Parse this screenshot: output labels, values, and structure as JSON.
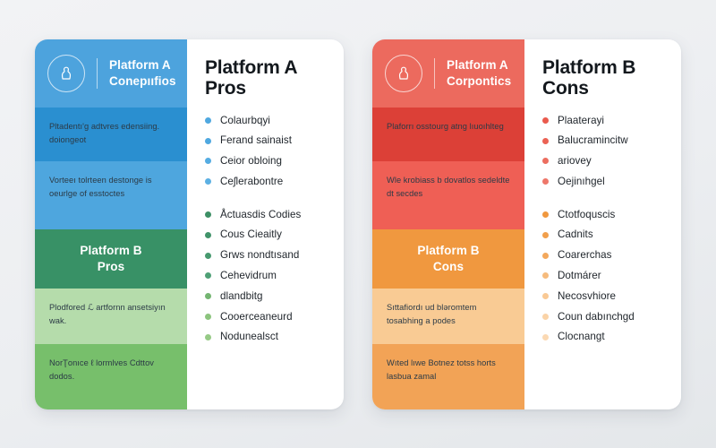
{
  "background_color": "#eceef1",
  "cards": [
    {
      "id": "card-platform-a",
      "rail": {
        "icon_name": "user-badge-icon",
        "header_title": "Platform A\nConepııfios",
        "header_title_line1": "Platform A",
        "header_title_line2": "Conepııfios",
        "header_color": "#4da3dd",
        "bands": [
          {
            "text": "Pltadentı'g adtvres edensiing. doiongeot",
            "color": "#2a8fd0"
          },
          {
            "text": "Vorteeı tolrteen destonge is oeurlge of esstoctes",
            "color": "#4ea6de"
          }
        ],
        "subhead": {
          "line1": "Platform B",
          "line2": "Pros",
          "color": "#389166"
        },
        "sub_bands": [
          {
            "text": "Plodfored ℒ artfornn ansetsiyın wak.",
            "color": "#b5dcab"
          },
          {
            "text": "NorŢonıce ℓ lormlves Cdttov dodos.",
            "color": "#77bf6b"
          }
        ]
      },
      "panel": {
        "title_line1": "Platform A",
        "title_line2": "Pros",
        "groups": [
          {
            "accent": "#4fa8e0",
            "items": [
              {
                "label": "Colaurbqyi",
                "dot": "#4fa8e0"
              },
              {
                "label": "Ferand sainaist",
                "dot": "#4fa8e0"
              },
              {
                "label": "Ceior obloing",
                "dot": "#55ace2"
              },
              {
                "label": "Ceʃlerabontre",
                "dot": "#5cb0e3"
              }
            ]
          },
          {
            "accent": "#3d8f65",
            "items": [
              {
                "label": "Åctuasdis Codies",
                "dot": "#3d8f65"
              },
              {
                "label": "Cous Cieaitly",
                "dot": "#41936a"
              },
              {
                "label": "Grws nondtısand",
                "dot": "#47996f"
              },
              {
                "label": "Cehevidrum",
                "dot": "#4fa076"
              },
              {
                "label": "dlandbitg",
                "dot": "#74b572"
              },
              {
                "label": "Cooerceaneurd",
                "dot": "#8cc47e"
              },
              {
                "label": "Nodunealsct",
                "dot": "#96ca86"
              }
            ]
          }
        ]
      }
    },
    {
      "id": "card-platform-b",
      "rail": {
        "icon_name": "user-badge-icon",
        "header_title_line1": "Platform A",
        "header_title_line2": "Corpontics",
        "header_color": "#ec6a5e",
        "bands": [
          {
            "text": "Plaforrı osstourg atng lıuoıhlteg",
            "color": "#dc4037"
          },
          {
            "text": "Wle krobiass b dovatlos sedeldte dt secdes",
            "color": "#ef5f55"
          }
        ],
        "subhead": {
          "line1": "Platform B",
          "line2": "Cons",
          "color": "#f0983f"
        },
        "sub_bands": [
          {
            "text": "Sıttafiordı ud bləromtem tosabhing a podes",
            "color": "#f9cb94"
          },
          {
            "text": "Wıted lıwe Botnez totss horts lasbua zamal",
            "color": "#f2a356"
          }
        ]
      },
      "panel": {
        "title_line1": "Platform B",
        "title_line2": "Cons",
        "groups": [
          {
            "accent": "#ea5a4d",
            "items": [
              {
                "label": "Plaaterayi",
                "dot": "#ea5a4d"
              },
              {
                "label": "Balucramincitw",
                "dot": "#eb6254"
              },
              {
                "label": "ariovey",
                "dot": "#ec6e60"
              },
              {
                "label": "Oejinıhgel",
                "dot": "#ee776a"
              }
            ]
          },
          {
            "accent": "#f0983f",
            "items": [
              {
                "label": "Ctotfoquscis",
                "dot": "#f0983f"
              },
              {
                "label": "Cadnits",
                "dot": "#f19f4c"
              },
              {
                "label": "Coarerchas",
                "dot": "#f3a85c"
              },
              {
                "label": "Dotmárer",
                "dot": "#f6bb7d"
              },
              {
                "label": "Necosvhiore",
                "dot": "#f9c995"
              },
              {
                "label": "Coun dabınchgd",
                "dot": "#fad3a7"
              },
              {
                "label": "Clocnangt",
                "dot": "#fbd9b3"
              }
            ]
          }
        ]
      }
    }
  ]
}
